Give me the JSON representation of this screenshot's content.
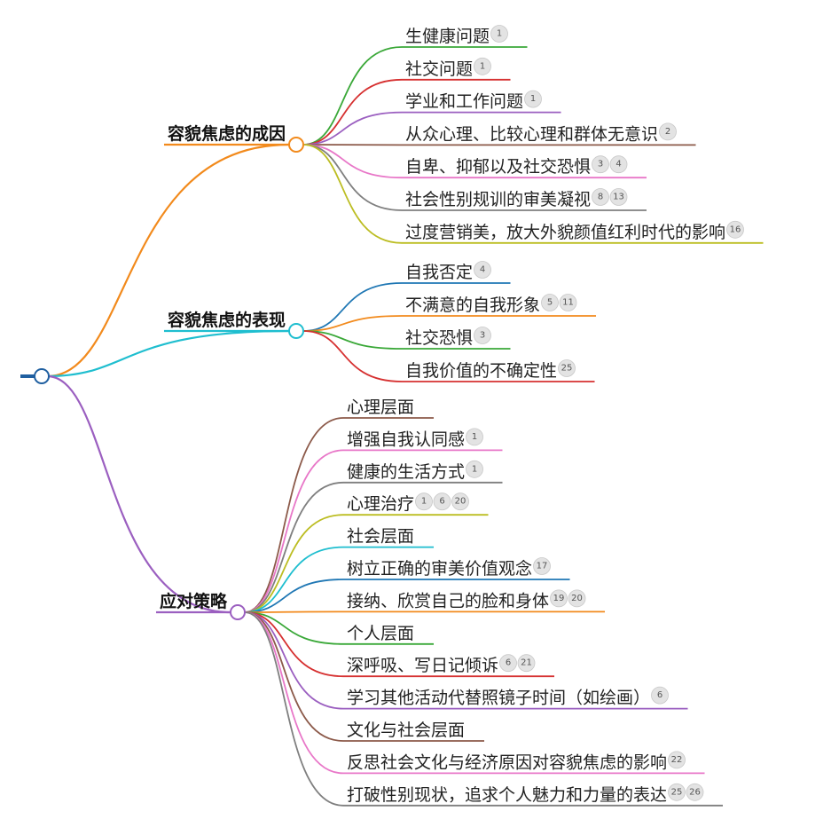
{
  "mindmap": {
    "branches": [
      {
        "label": "容貌焦虑的成因",
        "color": "#f28a1c",
        "children": [
          {
            "label": "生健康问题",
            "refs": [
              "1"
            ],
            "color": "#3aa838"
          },
          {
            "label": "社交问题",
            "refs": [
              "1"
            ],
            "color": "#d63030"
          },
          {
            "label": "学业和工作问题",
            "refs": [
              "1"
            ],
            "color": "#9b5fc0"
          },
          {
            "label": "从众心理、比较心理和群体无意识",
            "refs": [
              "2"
            ],
            "color": "#8c5a4a"
          },
          {
            "label": "自卑、抑郁以及社交恐惧",
            "refs": [
              "3",
              "4"
            ],
            "color": "#e877c8"
          },
          {
            "label": "社会性别规训的审美凝视",
            "refs": [
              "8",
              "13"
            ],
            "color": "#7f7f7f"
          },
          {
            "label": "过度营销美，放大外貌颜值红利时代的影响",
            "refs": [
              "16"
            ],
            "color": "#bcbd22"
          }
        ]
      },
      {
        "label": "容貌焦虑的表现",
        "color": "#1fbecf",
        "children": [
          {
            "label": "自我否定",
            "refs": [
              "4"
            ],
            "color": "#1f77b4"
          },
          {
            "label": "不满意的自我形象",
            "refs": [
              "5",
              "11"
            ],
            "color": "#f28a1c"
          },
          {
            "label": "社交恐惧",
            "refs": [
              "3"
            ],
            "color": "#3aa838"
          },
          {
            "label": "自我价值的不确定性",
            "refs": [
              "25"
            ],
            "color": "#d63030"
          }
        ]
      },
      {
        "label": "应对策略",
        "color": "#9b5fc0",
        "children": [
          {
            "label": "心理层面",
            "refs": [],
            "color": "#8c5a4a"
          },
          {
            "label": "增强自我认同感",
            "refs": [
              "1"
            ],
            "color": "#e877c8"
          },
          {
            "label": "健康的生活方式",
            "refs": [
              "1"
            ],
            "color": "#7f7f7f"
          },
          {
            "label": "心理治疗",
            "refs": [
              "1",
              "6",
              "20"
            ],
            "color": "#bcbd22"
          },
          {
            "label": "社会层面",
            "refs": [],
            "color": "#1fbecf"
          },
          {
            "label": "树立正确的审美价值观念",
            "refs": [
              "17"
            ],
            "color": "#1f77b4"
          },
          {
            "label": "接纳、欣赏自己的脸和身体",
            "refs": [
              "19",
              "20"
            ],
            "color": "#f28a1c"
          },
          {
            "label": "个人层面",
            "refs": [],
            "color": "#3aa838"
          },
          {
            "label": "深呼吸、写日记倾诉",
            "refs": [
              "6",
              "21"
            ],
            "color": "#d63030"
          },
          {
            "label": "学习其他活动代替照镜子时间（如绘画）",
            "refs": [
              "6"
            ],
            "color": "#9b5fc0"
          },
          {
            "label": "文化与社会层面",
            "refs": [],
            "color": "#8c5a4a"
          },
          {
            "label": "反思社会文化与经济原因对容貌焦虑的影响",
            "refs": [
              "22"
            ],
            "color": "#e877c8"
          },
          {
            "label": "打破性别现状，追求个人魅力和力量的表达",
            "refs": [
              "25",
              "26"
            ],
            "color": "#7f7f7f"
          }
        ]
      }
    ]
  }
}
